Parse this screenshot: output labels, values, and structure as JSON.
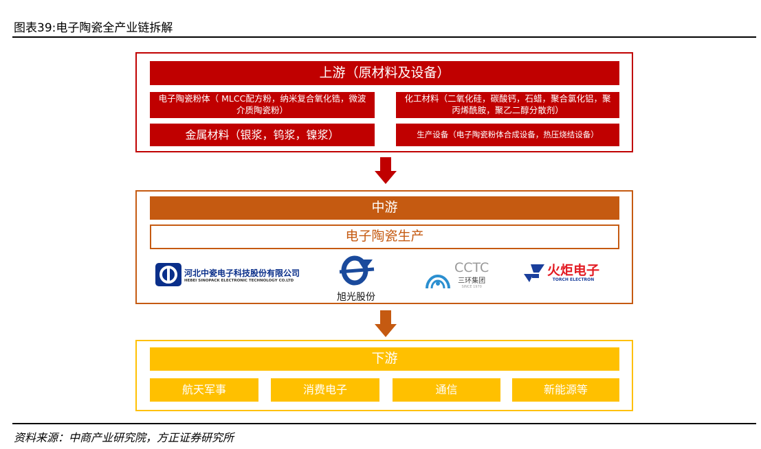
{
  "title": "图表39:电子陶瓷全产业链拆解",
  "upstream": {
    "header": "上游（原材料及设备）",
    "items": [
      "电子陶瓷粉体（ MLCC配方粉，纳米复合氧化锆，微波介质陶瓷粉）",
      "化工材料（二氧化硅，碳酸钙，石蜡，聚合氯化铝，聚丙烯酰胺，聚乙二醇分散剂）",
      "金属材料（银浆，钨浆，镍浆）",
      "生产设备（电子陶瓷粉体合成设备，热压烧结设备）"
    ]
  },
  "midstream": {
    "header": "中游",
    "sub": "电子陶瓷生产",
    "logos": {
      "sinopack_cn": "河北中瓷电子科技股份有限公司",
      "sinopack_en": "HEBEI SINOPACK ELECTRONIC TECHNOLOGY CO.LTD",
      "xuguang": "旭光股份",
      "cctc": "CCTC",
      "cctc_cn": "三环集团",
      "cctc_since": "SINCE 1970",
      "torch_cn": "火炬电子",
      "torch_en": "TORCH ELECTRON"
    }
  },
  "downstream": {
    "header": "下游",
    "items": [
      "航天军事",
      "消费电子",
      "通信",
      "新能源等"
    ]
  },
  "source": "资料来源：中商产业研究院，方正证券研究所",
  "colors": {
    "red": "#c00000",
    "orange": "#c55a11",
    "yellow": "#ffc000"
  }
}
